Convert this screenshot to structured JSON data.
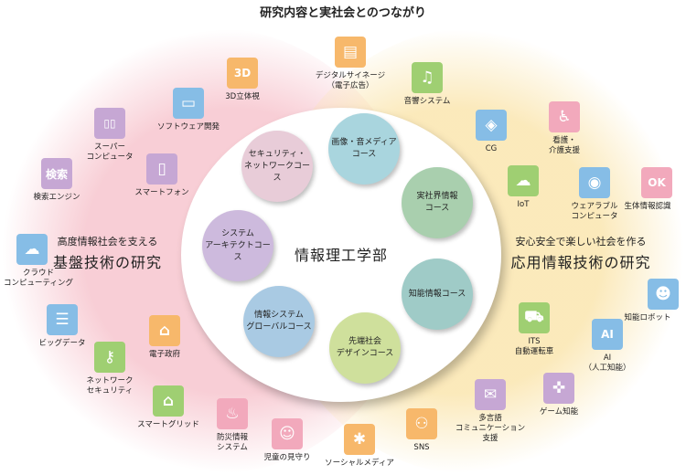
{
  "title": "研究内容と実社会とのつながり",
  "faculty": "情報理工学部",
  "left_heading": {
    "sub": "高度情報社会を支える",
    "main": "基盤技術の研究"
  },
  "right_heading": {
    "sub": "安心安全で楽しい社会を作る",
    "main": "応用情報技術の研究"
  },
  "colors": {
    "orange": "#f7b86b",
    "green": "#9fcf72",
    "blue": "#86bde6",
    "purple": "#c6a7d4",
    "pink": "#f2a9bc"
  },
  "courses": [
    {
      "label": "画像・音メディア\nコース",
      "color": "#a9d5de"
    },
    {
      "label": "実社界情報\nコース",
      "color": "#a9cfae"
    },
    {
      "label": "知能情報コース",
      "color": "#9fcbc7"
    },
    {
      "label": "先端社会\nデザインコース",
      "color": "#cfe09c"
    },
    {
      "label": "情報システム\nグローバルコース",
      "color": "#a9cae3"
    },
    {
      "label": "システム\nアーキテクトコース",
      "color": "#cdbadd"
    },
    {
      "label": "セキュリティ・\nネットワークコース",
      "color": "#e8ccd8"
    }
  ],
  "items": [
    {
      "label": "3D立体視",
      "icon": "3d-monitor-icon",
      "glyph": "3D",
      "color": "#f7b86b"
    },
    {
      "label": "デジタルサイネージ\n（電子広告）",
      "icon": "signage-icon",
      "glyph": "▤",
      "color": "#f7b86b"
    },
    {
      "label": "音響システム",
      "icon": "speaker-icon",
      "glyph": "♫",
      "color": "#9fcf72"
    },
    {
      "label": "ソフトウェア開発",
      "icon": "software-icon",
      "glyph": "▭",
      "color": "#86bde6"
    },
    {
      "label": "スーパー\nコンピュータ",
      "icon": "supercomputer-icon",
      "glyph": "▯▯",
      "color": "#c6a7d4"
    },
    {
      "label": "スマートフォン",
      "icon": "smartphone-icon",
      "glyph": "▯",
      "color": "#c6a7d4"
    },
    {
      "label": "検索エンジン",
      "icon": "search-engine-icon",
      "glyph": "検索",
      "color": "#c6a7d4"
    },
    {
      "label": "CG",
      "icon": "cube-icon",
      "glyph": "◈",
      "color": "#86bde6"
    },
    {
      "label": "看護・\n介護支援",
      "icon": "nursing-icon",
      "glyph": "♿",
      "color": "#f2a9bc"
    },
    {
      "label": "IoT",
      "icon": "cloud-network-icon",
      "glyph": "☁",
      "color": "#9fcf72"
    },
    {
      "label": "ウェアラブル\nコンピュータ",
      "icon": "smartwatch-icon",
      "glyph": "◉",
      "color": "#86bde6"
    },
    {
      "label": "生体情報認識",
      "icon": "biometric-icon",
      "glyph": "OK",
      "color": "#f2a9bc"
    },
    {
      "label": "クラウド\nコンピューティング",
      "icon": "cloud-icon",
      "glyph": "☁",
      "color": "#86bde6"
    },
    {
      "label": "ビッグデータ",
      "icon": "database-icon",
      "glyph": "☰",
      "color": "#86bde6"
    },
    {
      "label": "ネットワーク\nセキュリティ",
      "icon": "key-icon",
      "glyph": "⚷",
      "color": "#9fcf72"
    },
    {
      "label": "電子政府",
      "icon": "government-icon",
      "glyph": "⌂",
      "color": "#f7b86b"
    },
    {
      "label": "スマートグリッド",
      "icon": "house-leaf-icon",
      "glyph": "⌂",
      "color": "#9fcf72"
    },
    {
      "label": "防災情報\nシステム",
      "icon": "fire-icon",
      "glyph": "♨",
      "color": "#f2a9bc"
    },
    {
      "label": "児童の見守り",
      "icon": "child-watch-icon",
      "glyph": "☺",
      "color": "#f2a9bc"
    },
    {
      "label": "ソーシャルメディア",
      "icon": "social-media-icon",
      "glyph": "✱",
      "color": "#f7b86b"
    },
    {
      "label": "SNS",
      "icon": "sns-icon",
      "glyph": "⚇",
      "color": "#f7b86b"
    },
    {
      "label": "多言語\nコミュニケーション\n支援",
      "icon": "speech-bubbles-icon",
      "glyph": "✉",
      "color": "#c6a7d4"
    },
    {
      "label": "ゲーム知能",
      "icon": "gamepad-icon",
      "glyph": "✜",
      "color": "#c6a7d4"
    },
    {
      "label": "ITS\n自動運転車",
      "icon": "car-icon",
      "glyph": "⛟",
      "color": "#9fcf72"
    },
    {
      "label": "AI\n（人工知能）",
      "icon": "ai-icon",
      "glyph": "AI",
      "color": "#86bde6"
    },
    {
      "label": "知能ロボット",
      "icon": "robot-icon",
      "glyph": "☻",
      "color": "#86bde6"
    }
  ]
}
